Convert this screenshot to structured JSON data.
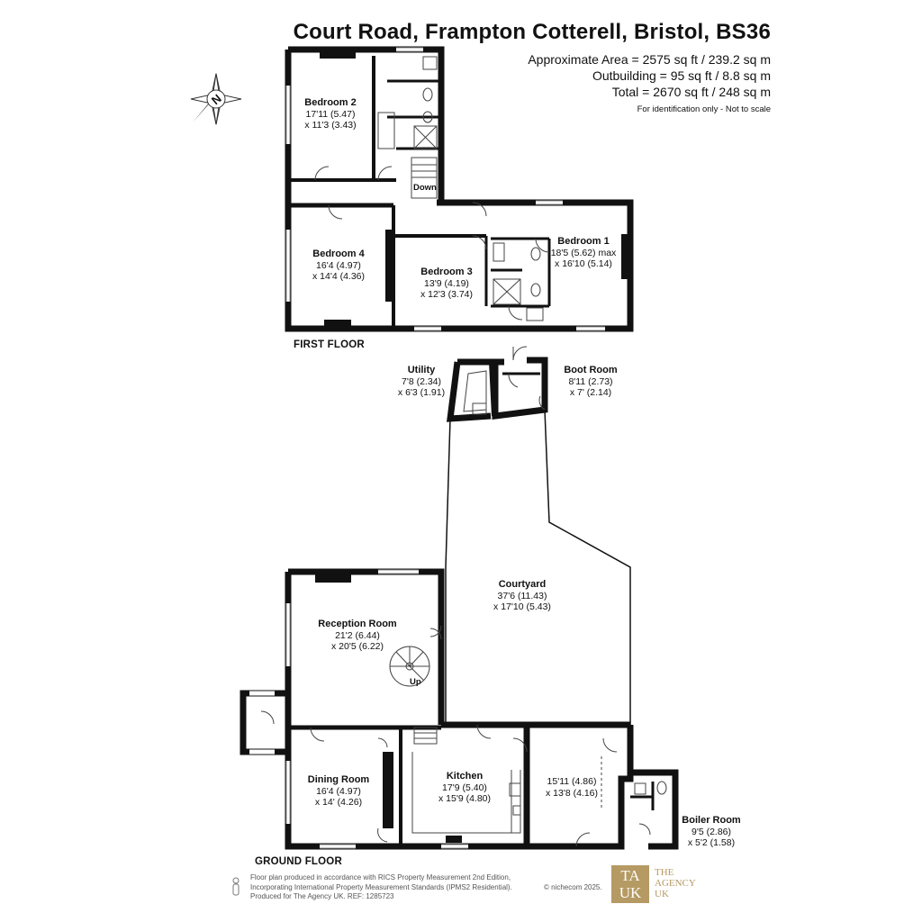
{
  "header": {
    "title": "Court Road, Frampton Cotterell, Bristol, BS36",
    "area_lines": [
      "Approximate Area = 2575 sq ft / 239.2 sq m",
      "Outbuilding = 95 sq ft / 8.8 sq m",
      "Total = 2670 sq ft / 248 sq m"
    ],
    "disclaimer": "For identification only - Not to scale"
  },
  "compass": {
    "label": "N",
    "icon": "compass-rose-icon"
  },
  "floors": {
    "first": "FIRST FLOOR",
    "ground": "GROUND FLOOR"
  },
  "rooms": {
    "bedroom2": {
      "name": "Bedroom 2",
      "d1": "17'11 (5.47)",
      "d2": "x 11'3 (3.43)"
    },
    "bedroom4": {
      "name": "Bedroom 4",
      "d1": "16'4 (4.97)",
      "d2": "x 14'4 (4.36)"
    },
    "bedroom3": {
      "name": "Bedroom 3",
      "d1": "13'9 (4.19)",
      "d2": "x 12'3 (3.74)"
    },
    "bedroom1": {
      "name": "Bedroom 1",
      "d1": "18'5 (5.62) max",
      "d2": "x 16'10 (5.14)"
    },
    "utility": {
      "name": "Utility",
      "d1": "7'8 (2.34)",
      "d2": "x 6'3 (1.91)"
    },
    "bootroom": {
      "name": "Boot Room",
      "d1": "8'11 (2.73)",
      "d2": "x 7' (2.14)"
    },
    "courtyard": {
      "name": "Courtyard",
      "d1": "37'6 (11.43)",
      "d2": "x 17'10 (5.43)"
    },
    "reception": {
      "name": "Reception Room",
      "d1": "21'2 (6.44)",
      "d2": "x 20'5 (6.22)"
    },
    "dining": {
      "name": "Dining Room",
      "d1": "16'4 (4.97)",
      "d2": "x 14' (4.26)"
    },
    "kitchen": {
      "name": "Kitchen",
      "d1": "17'9 (5.40)",
      "d2": "x 15'9 (4.80)"
    },
    "unnamed": {
      "d1": "15'11 (4.86)",
      "d2": "x 13'8 (4.16)"
    },
    "boiler": {
      "name": "Boiler Room",
      "d1": "9'5 (2.86)",
      "d2": "x 5'2 (1.58)"
    }
  },
  "stairs": {
    "down": "Down",
    "up": "Up"
  },
  "footer": {
    "line1": "Floor plan produced in accordance with RICS Property Measurement 2nd Edition,",
    "line2": "Incorporating International Property Measurement Standards (IPMS2 Residential).",
    "line3": "Produced for The Agency UK.   REF:   1285723",
    "copyright": "© nichecom 2025."
  },
  "logo": {
    "mark_line1": "TA",
    "mark_line2": "UK",
    "text_line1": "THE",
    "text_line2": "AGENCY",
    "text_line3": "UK",
    "color": "#b59a63"
  },
  "colors": {
    "wall": "#111111",
    "window": "#9a9a9a",
    "fixture": "#555555"
  }
}
